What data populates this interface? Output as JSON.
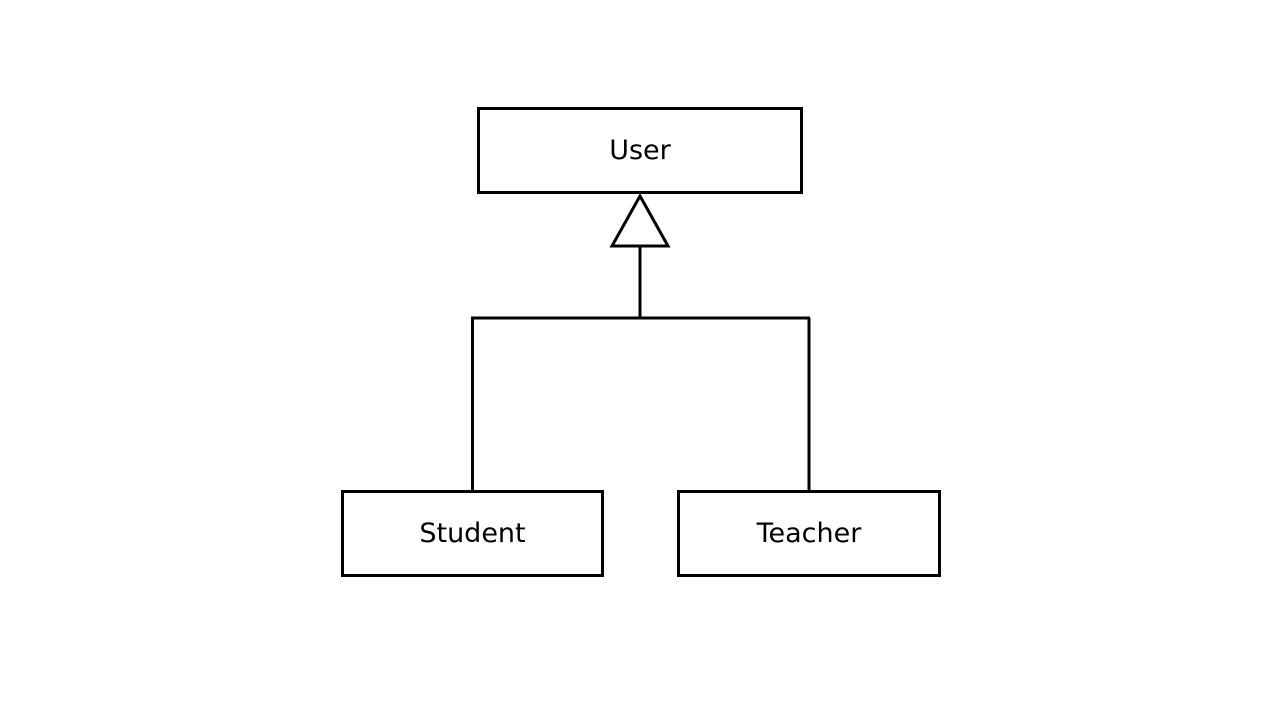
{
  "diagram": {
    "type": "uml-class-inheritance",
    "superclass": {
      "name": "User"
    },
    "subclasses": [
      {
        "name": "Student"
      },
      {
        "name": "Teacher"
      }
    ],
    "relationship": "generalization",
    "colors": {
      "stroke": "#000000",
      "fill": "#ffffff",
      "background": "#ffffff"
    }
  }
}
